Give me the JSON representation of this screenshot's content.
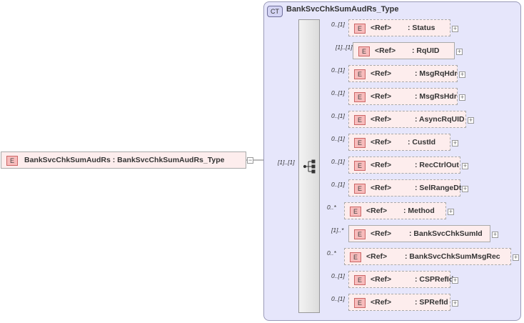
{
  "complex_type": {
    "badge": "CT",
    "name": "BankSvcChkSumAudRs_Type"
  },
  "root": {
    "badge": "E",
    "label": "BankSvcChkSumAudRs : BankSvcChkSumAudRs_Type",
    "occurrence": "[1]..[1]"
  },
  "elements": [
    {
      "occ": "0..[1]",
      "badge": "E",
      "ref": "<Ref>",
      "name": ": Status"
    },
    {
      "occ": "[1]..[1]",
      "badge": "E",
      "ref": "<Ref>",
      "name": ": RqUID"
    },
    {
      "occ": "0..[1]",
      "badge": "E",
      "ref": "<Ref>",
      "name": ": MsgRqHdr"
    },
    {
      "occ": "0..[1]",
      "badge": "E",
      "ref": "<Ref>",
      "name": ": MsgRsHdr"
    },
    {
      "occ": "0..[1]",
      "badge": "E",
      "ref": "<Ref>",
      "name": ": AsyncRqUID"
    },
    {
      "occ": "0..[1]",
      "badge": "E",
      "ref": "<Ref>",
      "name": ": CustId"
    },
    {
      "occ": "0..[1]",
      "badge": "E",
      "ref": "<Ref>",
      "name": ": RecCtrlOut"
    },
    {
      "occ": "0..[1]",
      "badge": "E",
      "ref": "<Ref>",
      "name": ": SelRangeDt"
    },
    {
      "occ": "0..*",
      "badge": "E",
      "ref": "<Ref>",
      "name": ": Method"
    },
    {
      "occ": "[1]..*",
      "badge": "E",
      "ref": "<Ref>",
      "name": ": BankSvcChkSumId"
    },
    {
      "occ": "0..*",
      "badge": "E",
      "ref": "<Ref>",
      "name": ": BankSvcChkSumMsgRec"
    },
    {
      "occ": "0..[1]",
      "badge": "E",
      "ref": "<Ref>",
      "name": ": CSPRefId"
    },
    {
      "occ": "0..[1]",
      "badge": "E",
      "ref": "<Ref>",
      "name": ": SPRefId"
    }
  ]
}
